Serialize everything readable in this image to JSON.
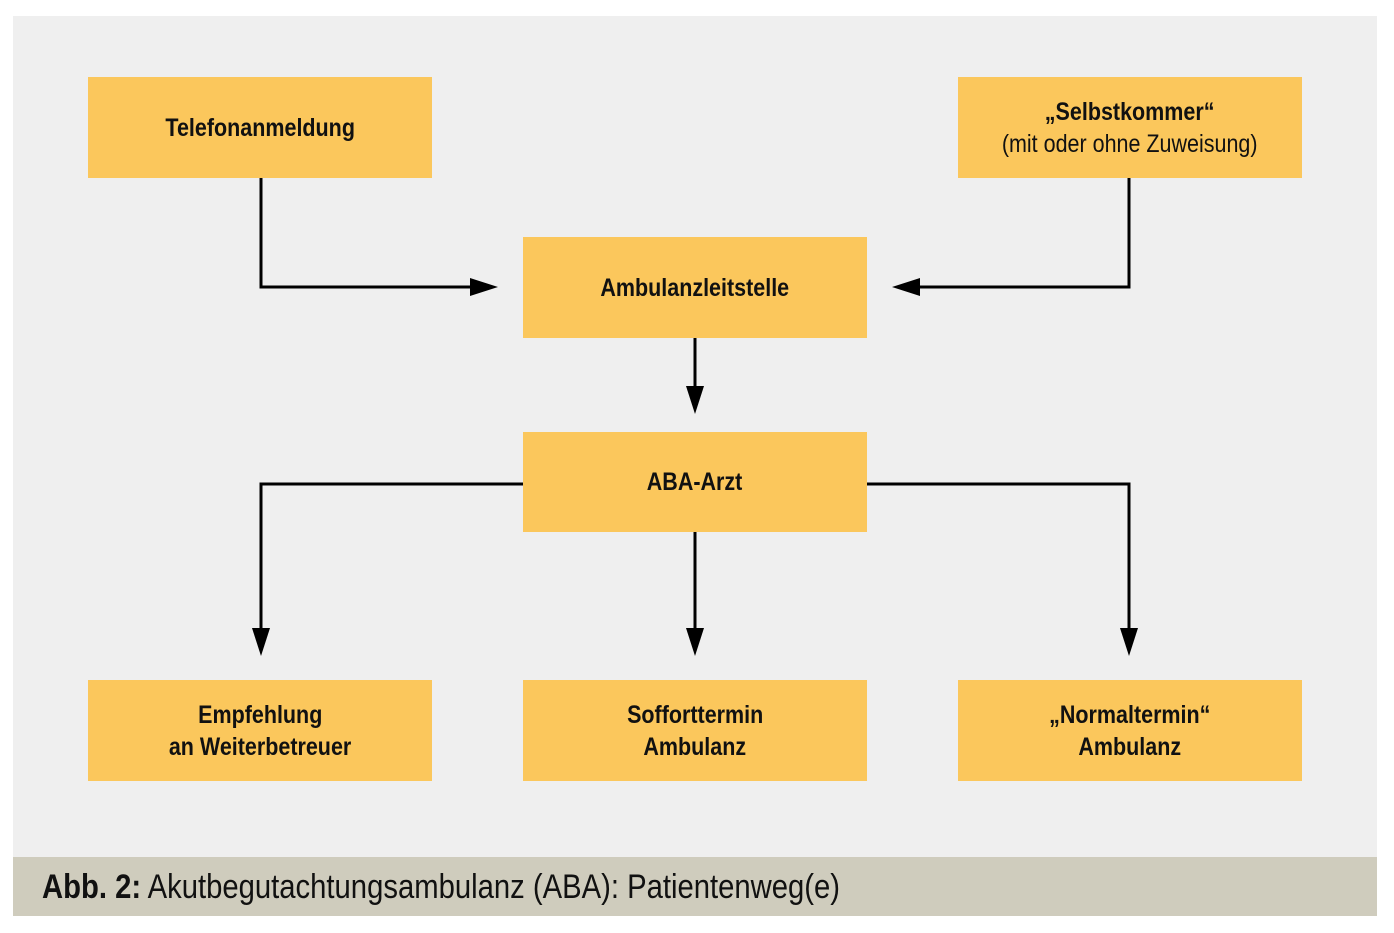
{
  "nodes": {
    "telefon": {
      "title": "Telefonanmeldung"
    },
    "selbst": {
      "title": "„Selbstkommer“",
      "subtitle": "(mit oder ohne Zuweisung)"
    },
    "leitstelle": {
      "title": "Ambulanzleitstelle"
    },
    "arzt": {
      "title": "ABA-Arzt"
    },
    "empfehlung": {
      "line1": "Empfehlung",
      "line2": "an Weiterbetreuer"
    },
    "sofort": {
      "line1": "Sofforttermin",
      "line2": "Ambulanz"
    },
    "normal": {
      "line1": "„Normaltermin“",
      "line2": "Ambulanz"
    }
  },
  "caption": {
    "label": "Abb. 2:",
    "text": " Akutbegutachtungsambulanz (ABA): Patientenweg(e)"
  },
  "colors": {
    "box": "#fbc75c",
    "panel": "#efefef",
    "caption_bar": "#cfccbd",
    "line": "#000000"
  }
}
